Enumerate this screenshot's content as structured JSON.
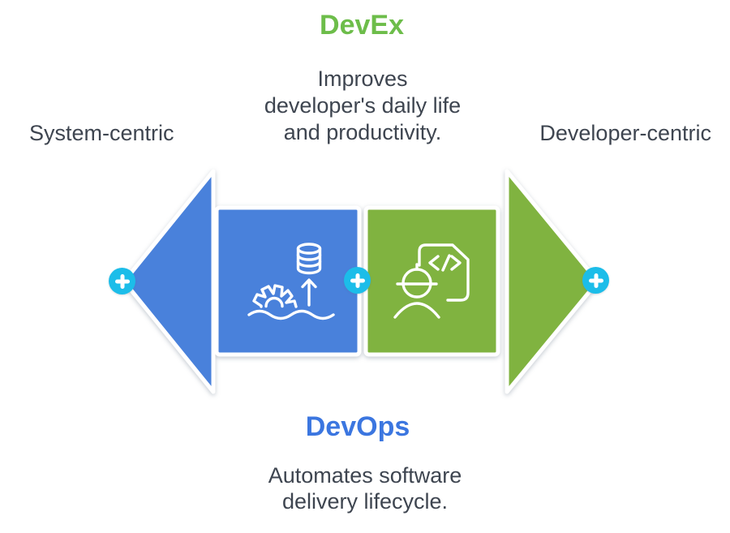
{
  "header": {
    "title": "DevEx",
    "description_lines": [
      "Improves",
      "developer's daily life",
      "and productivity."
    ]
  },
  "labels": {
    "left": "System-centric",
    "right": "Developer-centric"
  },
  "footer": {
    "title": "DevOps",
    "description_lines": [
      "Automates software",
      "delivery lifecycle."
    ]
  },
  "diagram": {
    "left_arrow_direction": "left",
    "right_arrow_direction": "right",
    "icons": {
      "badges": "plus-icon",
      "left_square": "automation-gear-water-database-icon",
      "right_square": "engineer-code-document-icon"
    }
  },
  "colors": {
    "devex-green": "#6dbd4a",
    "devops-blue": "#3b76e0",
    "arrow-blue": "#4a81db",
    "arrow-green": "#80b33f",
    "badge-cyan": "#1cbde9",
    "text-dark": "#3e4550"
  }
}
